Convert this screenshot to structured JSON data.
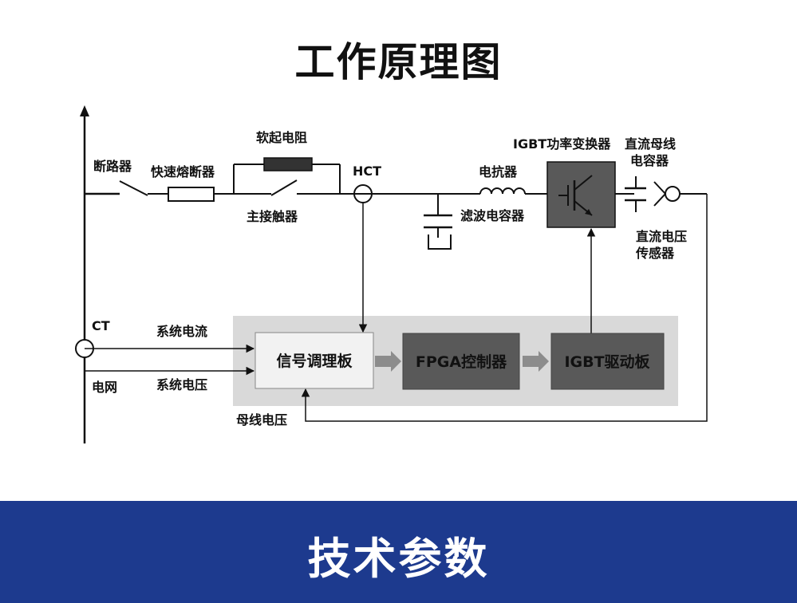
{
  "title": "工作原理图",
  "labels": {
    "breaker": "断路器",
    "fast_fuse": "快速熔断器",
    "soft_start_resistor": "软起电阻",
    "main_contactor": "主接触器",
    "hct": "HCT",
    "reactor": "电抗器",
    "filter_capacitor": "滤波电容器",
    "igbt_converter": "IGBT功率变换器",
    "dc_bus_capacitor_line1": "直流母线",
    "dc_bus_capacitor_line2": "电容器",
    "dc_voltage_sensor_line1": "直流电压",
    "dc_voltage_sensor_line2": "传感器",
    "ct": "CT",
    "grid": "电网",
    "system_current": "系统电流",
    "system_voltage": "系统电压",
    "bus_voltage": "母线电压"
  },
  "blocks": {
    "signal_board": "信号调理板",
    "fpga_controller": "FPGA控制器",
    "igbt_driver": "IGBT驱动板"
  },
  "banner": {
    "text": "技术参数"
  },
  "colors": {
    "banner_bg": "#1d3a8e",
    "control_panel_bg": "#d9d9d9",
    "dark_block": "#595959",
    "light_block": "#f2f2f2",
    "arrow_gray": "#8c8c8c"
  }
}
